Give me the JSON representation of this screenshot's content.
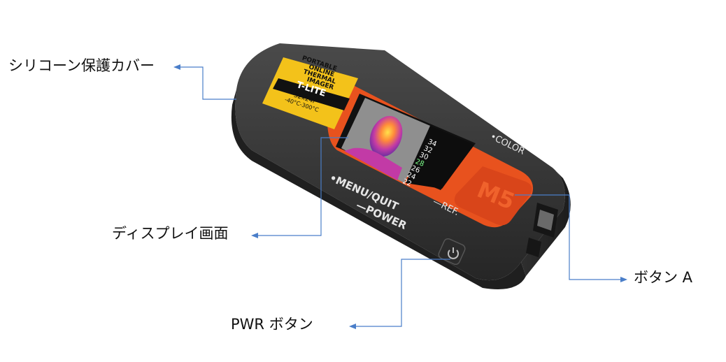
{
  "callouts": {
    "silicone_cover": "シリコーン保護カバー",
    "display_screen": "ディスプレイ画面",
    "pwr_button": "PWR ボタン",
    "button_a": "ボタン A"
  },
  "device": {
    "sticker": {
      "line1": "PORTABLE",
      "line2": "ONLINE",
      "line3": "THERMAL",
      "line4": "IMAGER",
      "model": "T-LITE",
      "resolution": "32x24P",
      "range": "-40°C-300°C"
    },
    "labels": {
      "color": "•COLOR",
      "menu_quit": "•MENU/QUIT",
      "power": "—POWER",
      "ref": "—REF.",
      "logo": "M5"
    },
    "screen_scale": [
      "34",
      "32",
      "30",
      "28",
      "26",
      "24",
      "22"
    ]
  },
  "colors": {
    "leader_line": "#4a7ec9",
    "case": "#3a3a3a",
    "orange": "#e8521e",
    "sticker": "#f3c21a"
  }
}
